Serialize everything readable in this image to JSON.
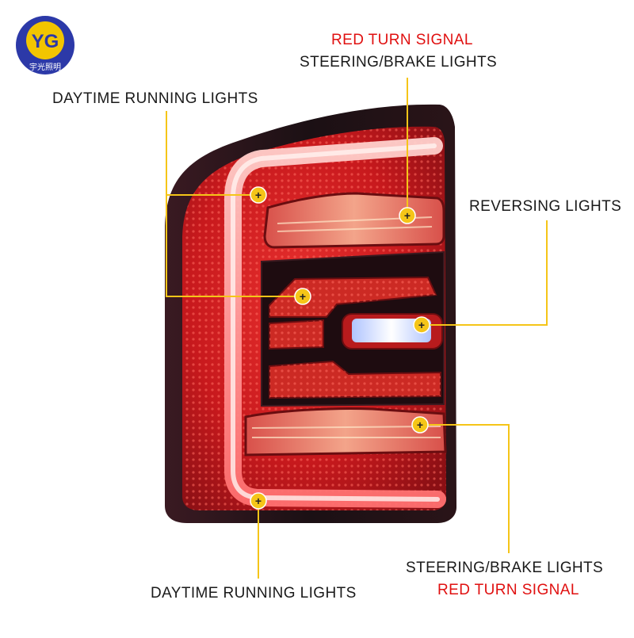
{
  "logo": {
    "letters": "YG",
    "caption": "宇光照明",
    "colors": {
      "outer": "#2c39a8",
      "inner": "#f2c500",
      "text": "#ffffff"
    }
  },
  "callouts": {
    "top_right_red": "RED TURN SIGNAL",
    "top_right_black": "STEERING/BRAKE LIGHTS",
    "top_left": "DAYTIME RUNNING LIGHTS",
    "right_mid": "REVERSING LIGHTS",
    "bottom_right_black": "STEERING/BRAKE LIGHTS",
    "bottom_right_red": "RED TURN SIGNAL",
    "bottom_center": "DAYTIME RUNNING LIGHTS"
  },
  "colors": {
    "leader_line": "#f5c518",
    "marker_fill": "#f5c518",
    "marker_plus": "#222222",
    "housing_dark": "#1b1014",
    "lens_red": "#c8191d",
    "light_bar": "#ff9a9a",
    "reverse_white": "#e8f0ff",
    "text_red": "#e01010"
  },
  "markers": [
    {
      "name": "marker-drl-upper",
      "symbol": "+"
    },
    {
      "name": "marker-turn-upper",
      "symbol": "+"
    },
    {
      "name": "marker-drl-middle",
      "symbol": "+"
    },
    {
      "name": "marker-reverse",
      "symbol": "+"
    },
    {
      "name": "marker-turn-lower",
      "symbol": "+"
    },
    {
      "name": "marker-drl-lower",
      "symbol": "+"
    }
  ]
}
